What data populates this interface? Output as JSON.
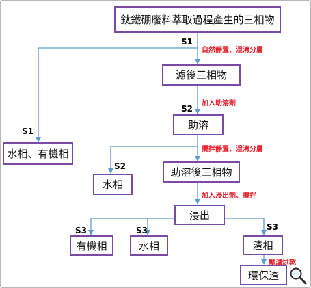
{
  "nodes": {
    "source": "鈦鐵硼廢料萃取過程產生的三相物",
    "filtered": "濾後三相物",
    "aid": "助溶",
    "water_organic": "水相、有機相",
    "water1": "水相",
    "after_aid": "助溶後三相物",
    "leach": "浸出",
    "organic": "有機相",
    "water2": "水相",
    "residue": "渣相",
    "eco_slag": "環保渣"
  },
  "steps": {
    "s1a": "S1",
    "s1b": "S1",
    "s2a": "S2",
    "s2b": "S2",
    "s3a": "S3",
    "s3b": "S3",
    "s3c": "S3"
  },
  "actions": {
    "settle1": "自然靜置、澄清分層",
    "add_aid": "加入助溶劑",
    "stir_settle": "攪拌靜置、澄清分層",
    "add_leach": "加入浸出劑、攪拌",
    "press_dry": "壓濾烘乾"
  },
  "colors": {
    "box_border": "#7b4aa6",
    "connector": "#5b9bd5",
    "action_text": "#e8202a"
  },
  "icons": {
    "zoom": "magnifier-icon"
  }
}
